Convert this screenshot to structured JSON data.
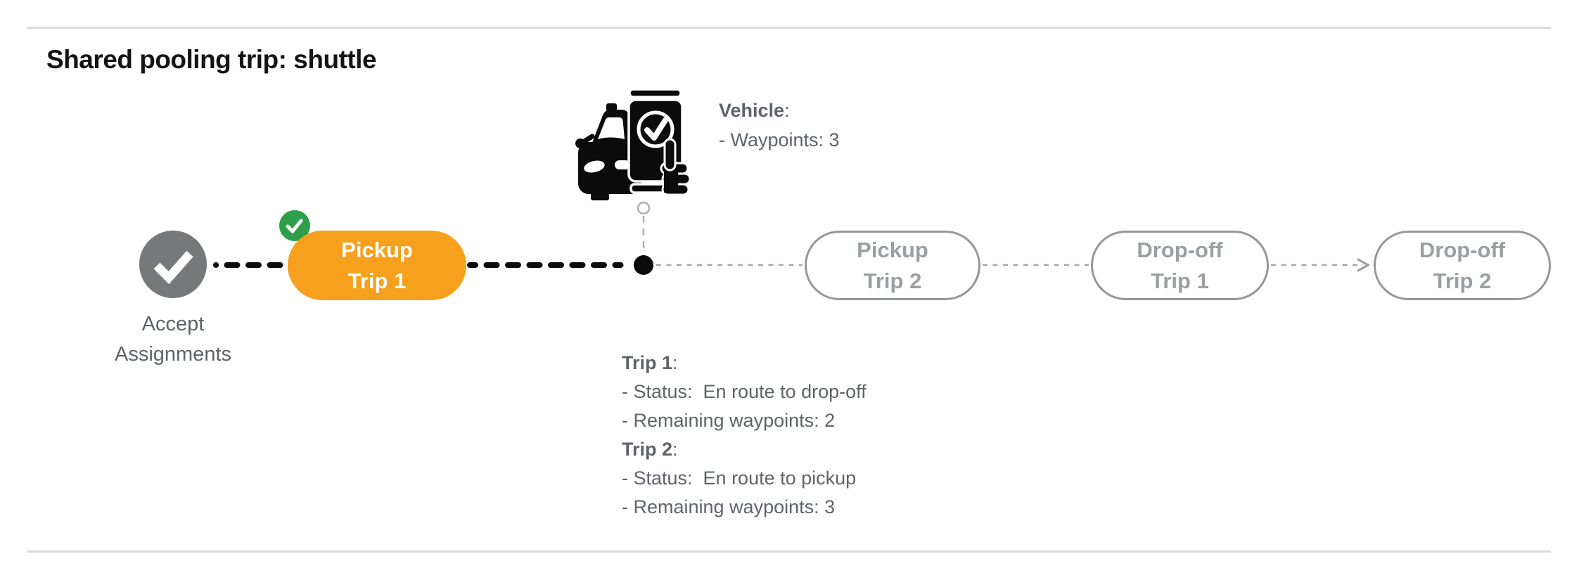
{
  "header": {
    "title": "Shared pooling trip: shuttle"
  },
  "vehicle_panel": {
    "name": "Vehicle",
    "colon": ":",
    "waypoints_line": "- Waypoints: 3"
  },
  "timeline": {
    "accept_node": {
      "line1": "Accept",
      "line2": "Assignments"
    },
    "pills": [
      {
        "id": "pickup-trip-1",
        "line1": "Pickup",
        "line2": "Trip 1",
        "state": "active"
      },
      {
        "id": "pickup-trip-2",
        "line1": "Pickup",
        "line2": "Trip 2",
        "state": "pending"
      },
      {
        "id": "dropoff-trip-1",
        "line1": "Drop-off",
        "line2": "Trip 1",
        "state": "pending"
      },
      {
        "id": "dropoff-trip-2",
        "line1": "Drop-off",
        "line2": "Trip 2",
        "state": "pending"
      }
    ],
    "vehicle_marker_icon": "car-phone-accept-icon",
    "completed_badge_icon": "green-check-badge",
    "accept_node_icon": "gray-check-circle"
  },
  "trip_panel": {
    "trip1": {
      "name": "Trip 1",
      "colon": ":",
      "status_line": "- Status:  En route to drop-off",
      "waypoints_line": "- Remaining waypoints: 2"
    },
    "trip2": {
      "name": "Trip 2",
      "colon": ":",
      "status_line": "- Status:  En route to pickup",
      "waypoints_line": "- Remaining waypoints: 3"
    }
  },
  "colors": {
    "active_pill_orange": "#F7A01D",
    "badge_green": "#2E9E4B",
    "done_node_gray": "#77787A",
    "pending_pill_border": "#94979B",
    "pending_pill_text": "#9B9FA3",
    "body_text_gray": "#5F6368",
    "connector_black": "#0B0B0B",
    "connector_gray": "#A6A6A6",
    "divider_gray": "#D9DADC",
    "title_black": "#141414"
  }
}
